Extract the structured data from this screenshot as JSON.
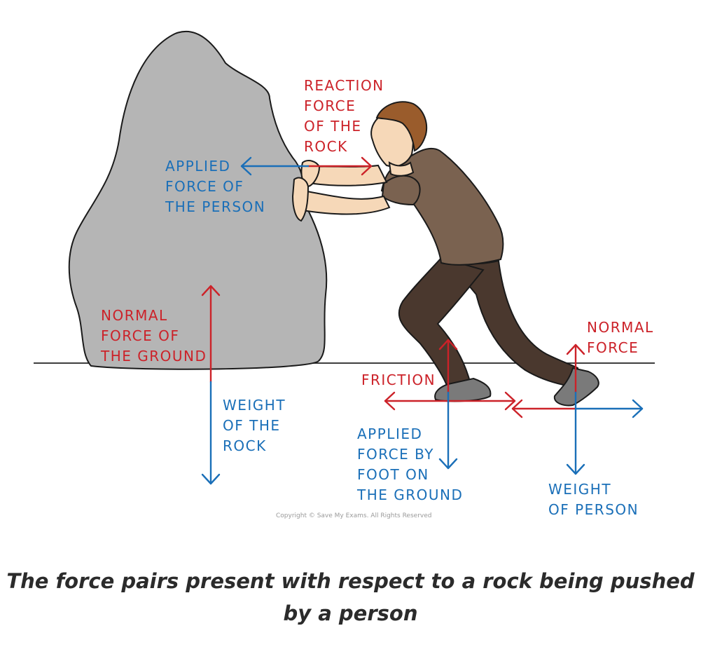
{
  "labels": {
    "reaction_force": "REACTION\nFORCE\nOF THE\nROCK",
    "applied_force_person": "APPLIED\nFORCE OF\nTHE PERSON",
    "normal_force_ground": "NORMAL\nFORCE OF\nTHE GROUND",
    "weight_rock": "WEIGHT\nOF THE\nROCK",
    "friction": "FRICTION",
    "applied_force_foot": "APPLIED\nFORCE BY\nFOOT ON\nTHE GROUND",
    "normal_force": "NORMAL\nFORCE",
    "weight_person": "WEIGHT\nOF PERSON"
  },
  "copyright": "Copyright © Save My Exams. All Rights Reserved",
  "caption": "The force pairs present with respect to a rock being pushed by a person",
  "colors": {
    "red_arrow": "#cc2229",
    "blue_arrow": "#1a6fb8",
    "rock": "#b5b5b5",
    "shirt": "#7a6250",
    "trousers": "#4a382e",
    "skin": "#f6d8b8",
    "hair": "#9a5c2c",
    "shoe": "#7a7a7a"
  }
}
